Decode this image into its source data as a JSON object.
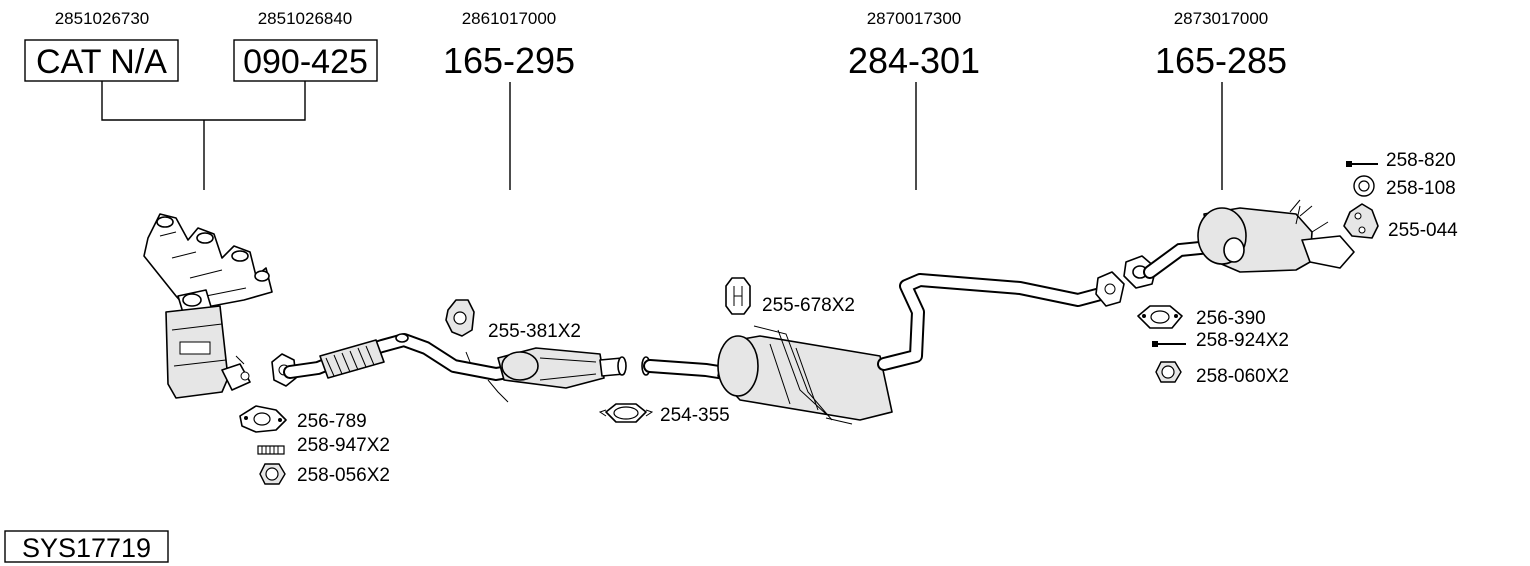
{
  "part_numbers": [
    "2851026730",
    "2851026840",
    "2861017000",
    "2870017300",
    "2873017000"
  ],
  "boxed_refs": [
    "CAT N/A",
    "090-425"
  ],
  "refs": [
    "165-295",
    "284-301",
    "165-285"
  ],
  "fitting_labels": {
    "gasket_front": "256-789",
    "bolt_front": "258-947X2",
    "nut_front": "258-056X2",
    "hanger_front": "255-381X2",
    "clamp": "254-355",
    "hanger_mid": "255-678X2",
    "gasket_rear": "256-390",
    "bolt_rear": "258-924X2",
    "nut_rear": "258-060X2",
    "bolt_top": "258-820",
    "washer_top": "258-108",
    "hanger_rear": "255-044"
  },
  "system_id": "SYS17719"
}
